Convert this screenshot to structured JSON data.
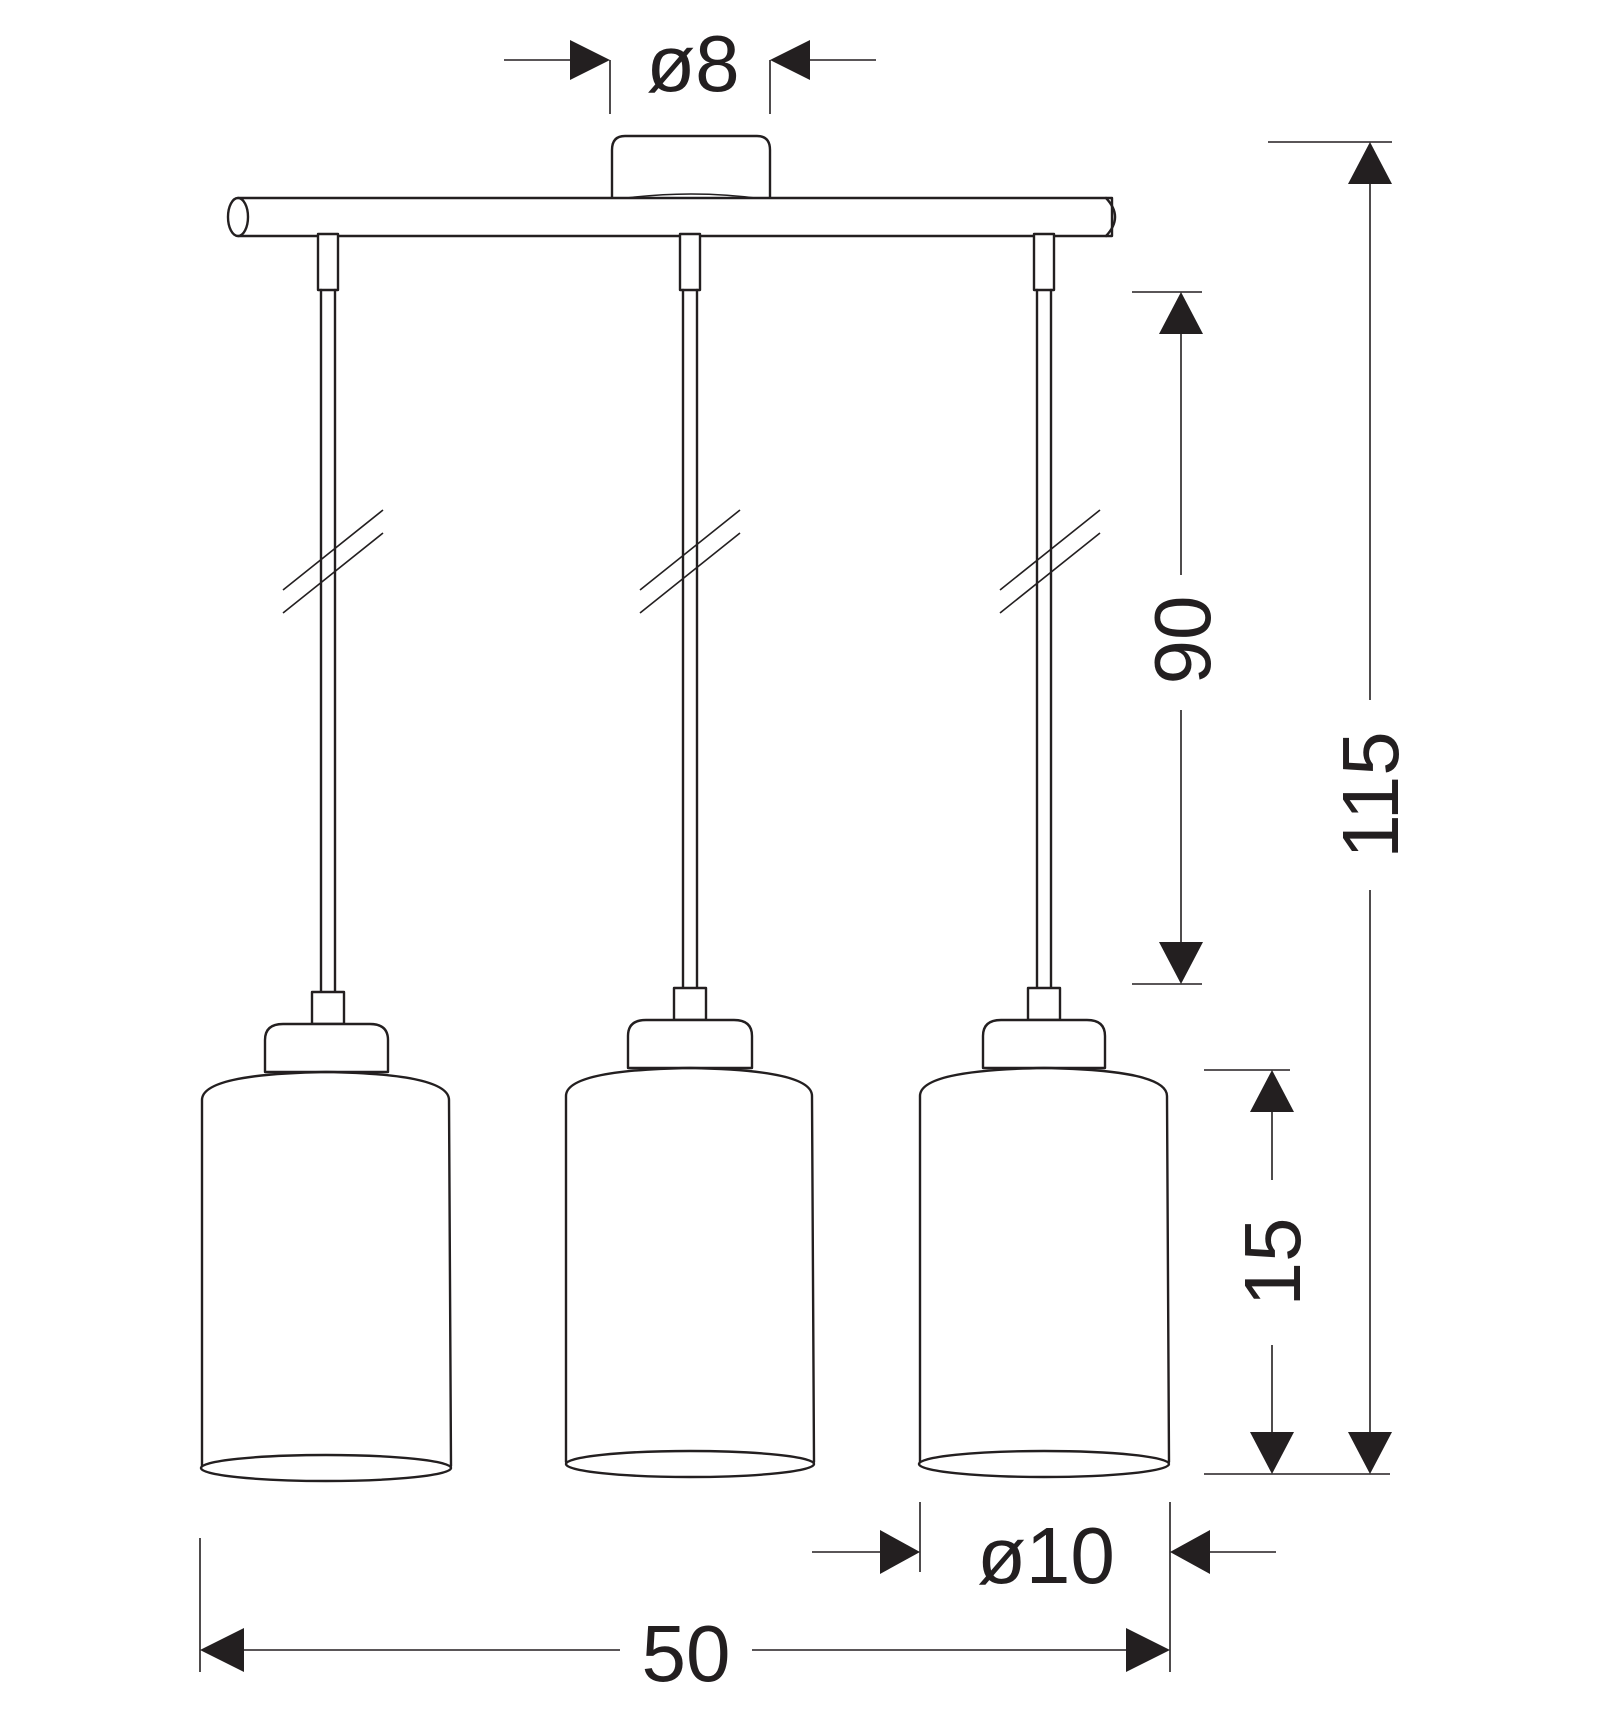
{
  "dimensions": {
    "canopy_diameter": "ø8",
    "cable_length": "90",
    "total_height": "115",
    "shade_height": "15",
    "shade_diameter": "ø10",
    "total_width": "50"
  }
}
